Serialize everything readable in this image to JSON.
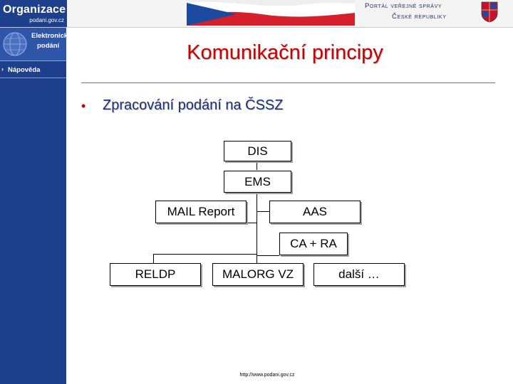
{
  "header": {
    "org_title": "Organizace",
    "org_url": "podani.gov.cz",
    "portal_title": "Portál veřejné správy",
    "portal_subtitle": "České republiky"
  },
  "sidebar": {
    "service_label_1": "Elektronická",
    "service_label_2": "podání",
    "help_label": "Nápověda"
  },
  "slide": {
    "title": "Komunikační principy",
    "bullet": "Zpracování podání na ČSSZ"
  },
  "diagram": {
    "nodes": {
      "dis": "DIS",
      "ems": "EMS",
      "mail_report": "MAIL Report",
      "aas": "AAS",
      "ca_ra": "CA + RA",
      "reldp": "RELDP",
      "malorg_vz": "MALORG VZ",
      "dalsi": "další …"
    }
  },
  "footer": {
    "url": "http://www.podani.gov.cz"
  },
  "colors": {
    "sidebar": "#1d3f8c",
    "title_red": "#cc0000",
    "bullet_blue": "#1b2f77"
  }
}
